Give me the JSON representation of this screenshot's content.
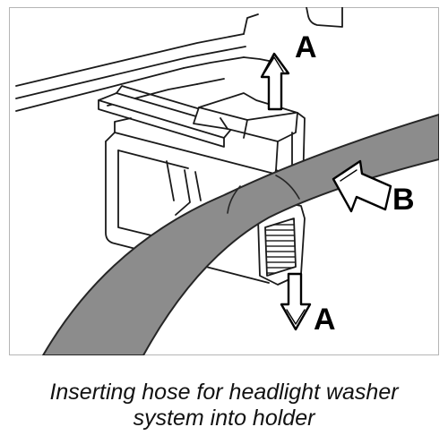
{
  "callouts": {
    "top": "A",
    "right": "B",
    "bottom": "A"
  },
  "caption": {
    "line1": "Inserting hose for headlight washer",
    "line2": "system into holder"
  },
  "colors": {
    "hose": "#8c8c8c",
    "hose_edge": "#262626",
    "stroke": "#1a1a1a",
    "frame": "#b5b5b5"
  }
}
